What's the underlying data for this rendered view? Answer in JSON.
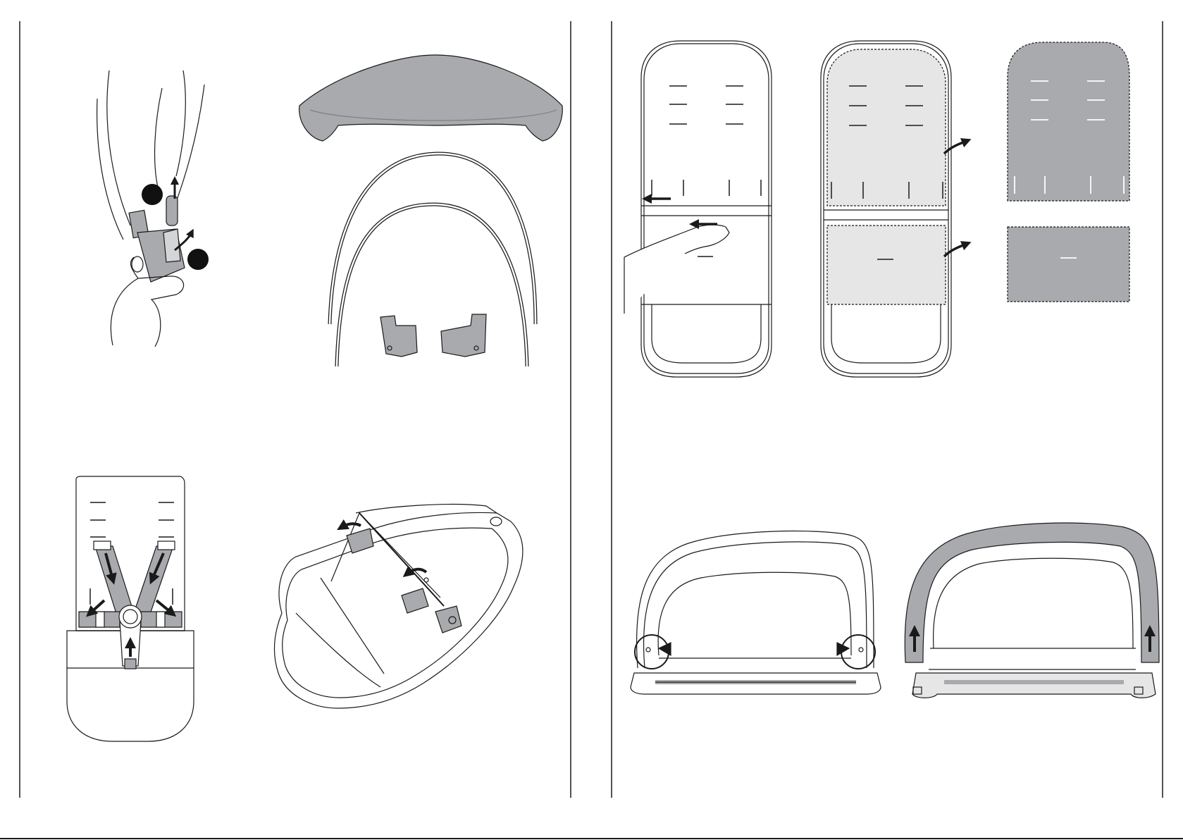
{
  "page": {
    "background": "#ffffff",
    "ink": "#1a1a1a",
    "fabric_gray": "#a8aaad",
    "light_fill": "#e6e6e6",
    "callout_fill": "#111111"
  },
  "panels": [
    {
      "id": "harness-buckle-release",
      "steps": 2
    },
    {
      "id": "canopy-parts"
    },
    {
      "id": "seat-liner-zip-removal"
    },
    {
      "id": "seat-harness-removal"
    },
    {
      "id": "canopy-frame-attach"
    },
    {
      "id": "bumper-bar-cover"
    }
  ],
  "icons": [
    "arrow-icon",
    "curved-arrow-icon",
    "step-callout-icon"
  ]
}
